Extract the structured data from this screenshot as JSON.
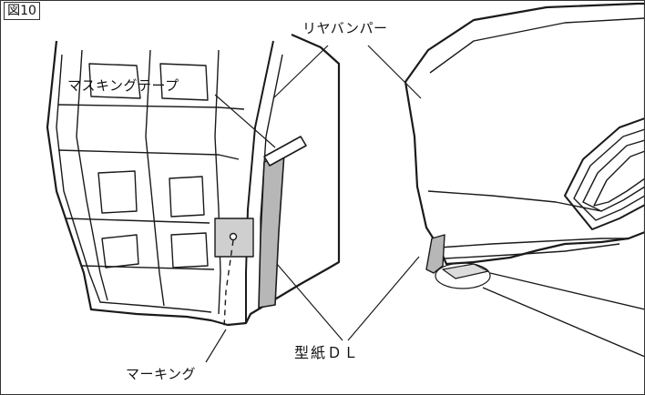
{
  "figure": {
    "number": "図10",
    "labels": {
      "rear_bumper": "リヤバンパー",
      "masking_tape": "マスキングテープ",
      "template": "型紙ＤＬ",
      "marking": "マーキング"
    }
  },
  "colors": {
    "line": "#1a1a1a",
    "shaded_part": "#b7b7b7",
    "tape": "#dcdcdc"
  }
}
